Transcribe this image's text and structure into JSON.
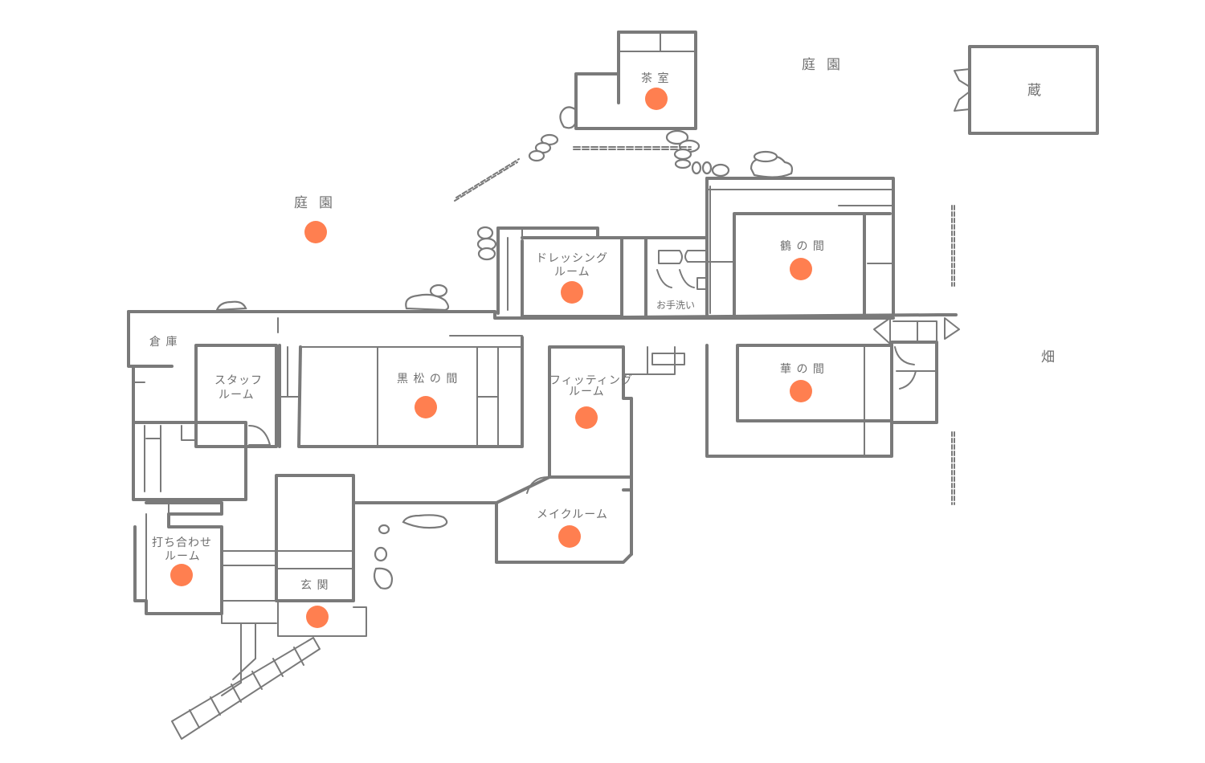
{
  "colors": {
    "wall": "#7a7a7a",
    "marker": "#ff7f50",
    "text": "#6f6f6f"
  },
  "areas": {
    "garden_north": "庭園",
    "garden_west": "庭園",
    "storehouse": "蔵",
    "field": "畑"
  },
  "rooms": {
    "tea_room": "茶 室",
    "storage": "倉 庫",
    "staff_room": [
      "スタッフ",
      "ルーム"
    ],
    "kuromatsu": "黒 松 の 間",
    "dressing_room": [
      "ドレッシング",
      "ルーム"
    ],
    "restroom": "お手洗い",
    "tsuru": "鶴 の 間",
    "fitting_room": [
      "フィッティング",
      "ルーム"
    ],
    "hana": "華 の 間",
    "makeup_room": "メイクルーム",
    "meeting_room": [
      "打ち合わせ",
      "ルーム"
    ],
    "entrance": "玄 関"
  }
}
